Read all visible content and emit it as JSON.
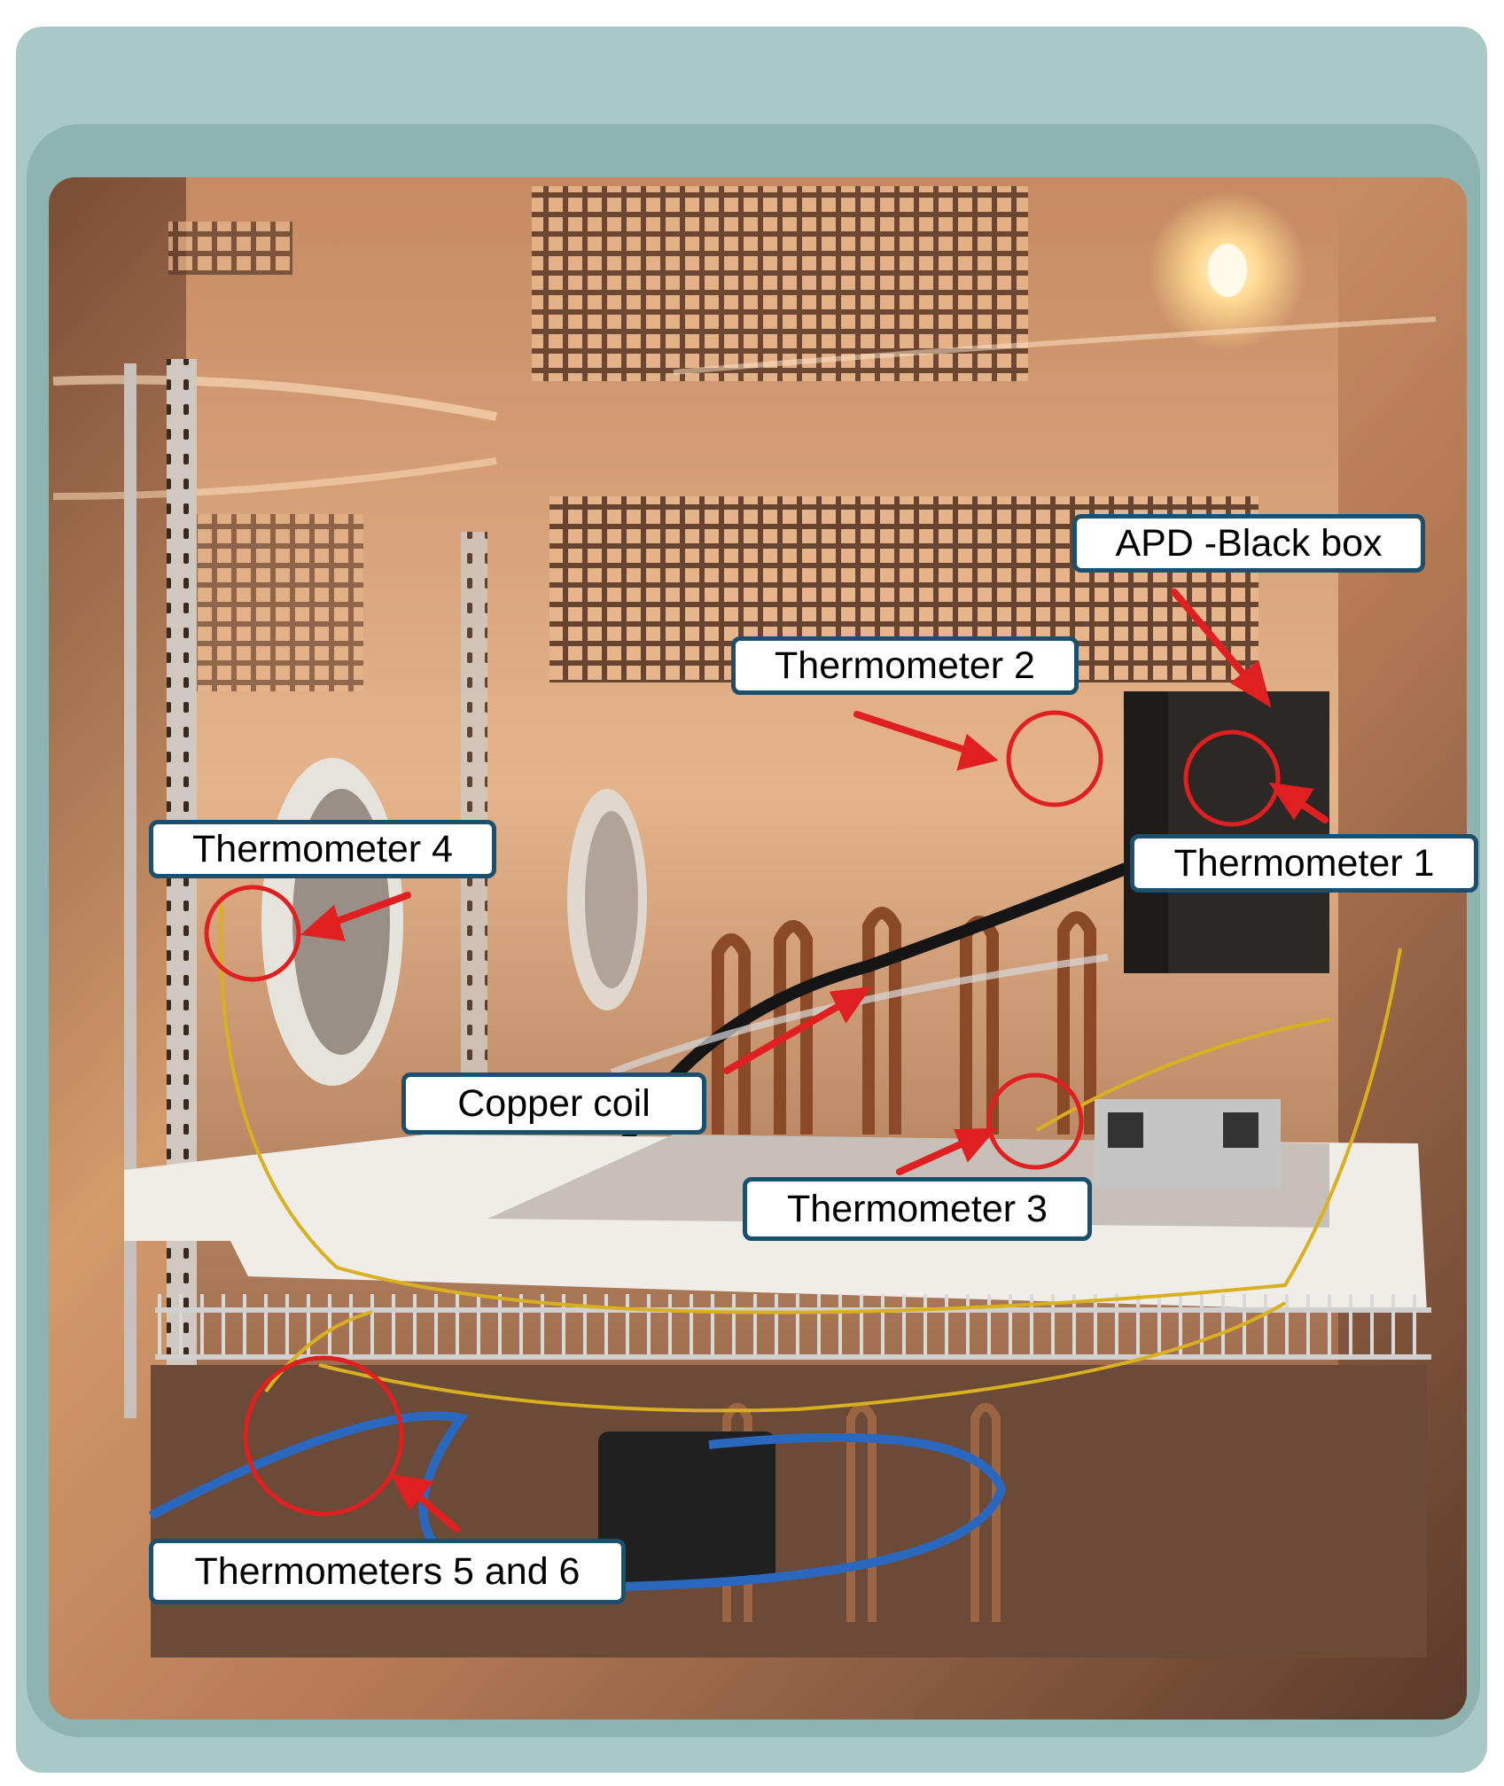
{
  "photo": {
    "subject": "environmental-test-chamber-interior",
    "colors": {
      "frame": "#a9c9c6",
      "frame_dark": "#7ea6a3",
      "interior_warm": "#e0a77a",
      "interior_dark": "#6b4330",
      "annotation_red": "#e02020",
      "label_border": "#1b4f6e"
    }
  },
  "annotations": {
    "apd_black_box": "APD -Black box",
    "thermometer_2": "Thermometer 2",
    "thermometer_1": "Thermometer 1",
    "thermometer_4": "Thermometer 4",
    "copper_coil": "Copper coil",
    "thermometer_3": "Thermometer 3",
    "thermometers_5_6": "Thermometers 5 and 6"
  }
}
